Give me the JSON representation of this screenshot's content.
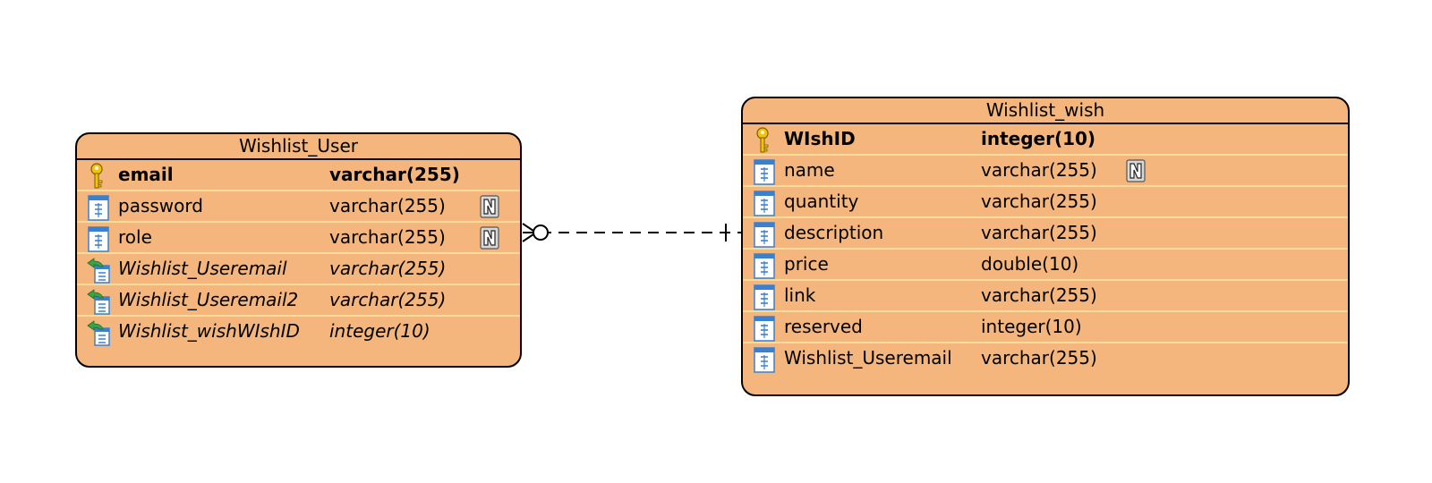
{
  "colors": {
    "entity_fill": "#f4b67d",
    "row_divider": "#f7dc9a",
    "border": "#000000",
    "key_icon": "#f5c400",
    "column_icon": "#3a80d0",
    "fk_arrow": "#3aa545"
  },
  "entities": [
    {
      "name": "Wishlist_User",
      "columns": [
        {
          "name": "email",
          "type": "varchar(255)",
          "kind": "pk",
          "icon": "key-icon",
          "nullable": false
        },
        {
          "name": "password",
          "type": "varchar(255)",
          "kind": "column",
          "icon": "column-icon",
          "nullable": true
        },
        {
          "name": "role",
          "type": "varchar(255)",
          "kind": "column",
          "icon": "column-icon",
          "nullable": true
        },
        {
          "name": "Wishlist_Useremail",
          "type": "varchar(255)",
          "kind": "fk",
          "icon": "foreign-key-icon",
          "nullable": false
        },
        {
          "name": "Wishlist_Useremail2",
          "type": "varchar(255)",
          "kind": "fk",
          "icon": "foreign-key-icon",
          "nullable": false
        },
        {
          "name": "Wishlist_wishWIshID",
          "type": "integer(10)",
          "kind": "fk",
          "icon": "foreign-key-icon",
          "nullable": false
        }
      ]
    },
    {
      "name": "Wishlist_wish",
      "columns": [
        {
          "name": "WIshID",
          "type": "integer(10)",
          "kind": "pk",
          "icon": "key-icon",
          "nullable": false
        },
        {
          "name": "name",
          "type": "varchar(255)",
          "kind": "column",
          "icon": "column-icon",
          "nullable": true
        },
        {
          "name": "quantity",
          "type": "varchar(255)",
          "kind": "column",
          "icon": "column-icon",
          "nullable": false
        },
        {
          "name": "description",
          "type": "varchar(255)",
          "kind": "column",
          "icon": "column-icon",
          "nullable": false
        },
        {
          "name": "price",
          "type": "double(10)",
          "kind": "column",
          "icon": "column-icon",
          "nullable": false
        },
        {
          "name": "link",
          "type": "varchar(255)",
          "kind": "column",
          "icon": "column-icon",
          "nullable": false
        },
        {
          "name": "reserved",
          "type": "integer(10)",
          "kind": "column",
          "icon": "column-icon",
          "nullable": false
        },
        {
          "name": "Wishlist_Useremail",
          "type": "varchar(255)",
          "kind": "column",
          "icon": "column-icon",
          "nullable": false
        }
      ]
    }
  ],
  "relationships": [
    {
      "from": "Wishlist_User",
      "to": "Wishlist_wish",
      "line": "dashed",
      "from_cardinality": "zero-or-many",
      "to_cardinality": "one"
    }
  ]
}
